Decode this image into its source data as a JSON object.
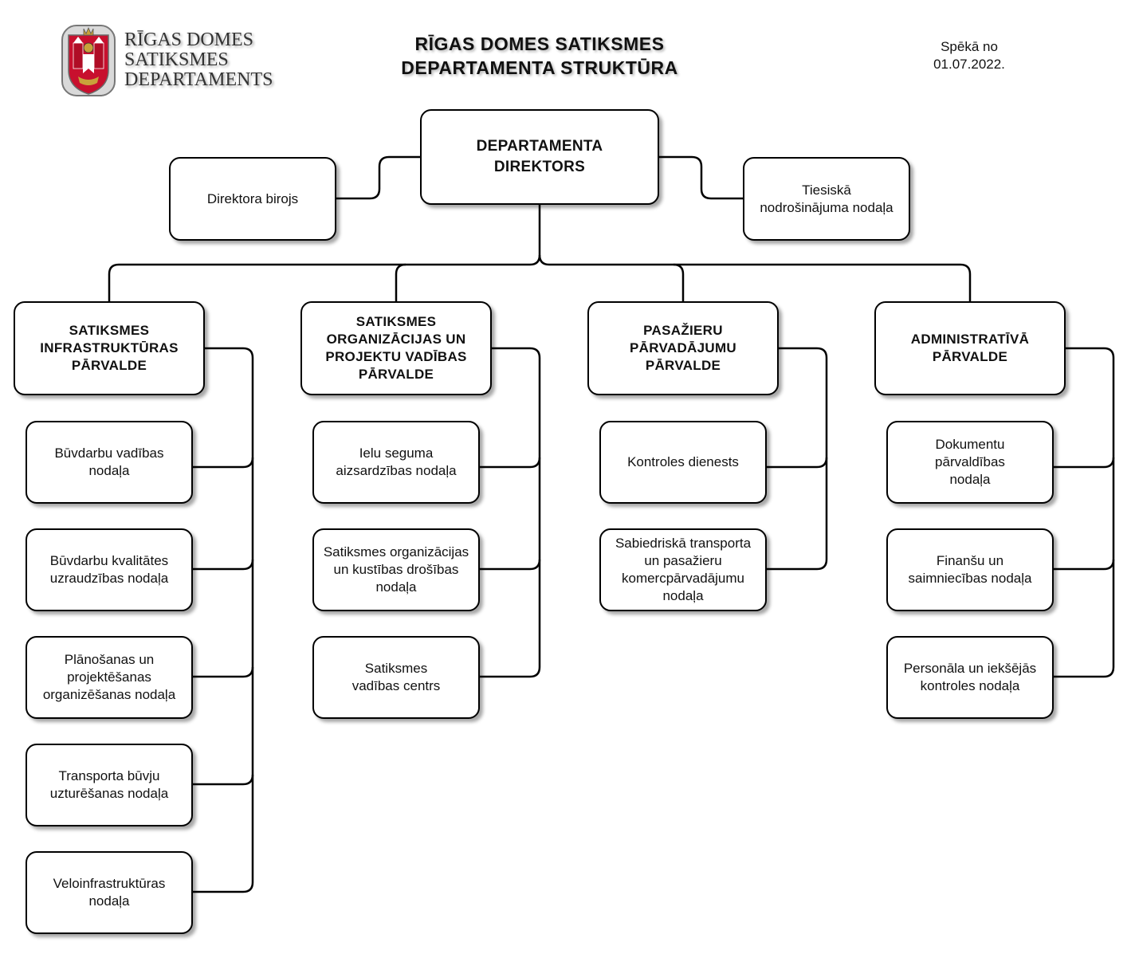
{
  "header": {
    "logo_text": "RĪGAS DOMES\nSATIKSMES\nDEPARTAMENTS",
    "title": "RĪGAS DOMES SATIKSMES\nDEPARTAMENTA STRUKTŪRA",
    "effective": "Spēkā no\n01.07.2022."
  },
  "colors": {
    "line": "#000000",
    "box_fill": "#ffffff",
    "emblem_red": "#c8102e",
    "emblem_gold": "#c9a23a"
  },
  "director": "DEPARTAMENTA\nDIREKTORS",
  "director_office": "Direktora birojs",
  "legal": "Tiesiskā\nnodrošinājuma nodaļa",
  "divisions": [
    {
      "title": "SATIKSMES\nINFRASTRUKTŪRAS\nPĀRVALDE",
      "units": [
        "Būvdarbu vadības\nnodaļa",
        "Būvdarbu kvalitātes\nuzraudzības nodaļa",
        "Plānošanas un\nprojektēšanas\norganizēšanas nodaļa",
        "Transporta būvju\nuzturēšanas nodaļa",
        "Veloinfrastruktūras\nnodaļa"
      ]
    },
    {
      "title": "SATIKSMES\nORGANIZĀCIJAS UN\nPROJEKTU VADĪBAS\nPĀRVALDE",
      "units": [
        "Ielu seguma\naizsardzības nodaļa",
        "Satiksmes organizācijas\nun kustības drošības\nnodaļa",
        "Satiksmes\nvadības centrs"
      ]
    },
    {
      "title": "PASAŽIERU\nPĀRVADĀJUMU\nPĀRVALDE",
      "units": [
        "Kontroles dienests",
        "Sabiedriskā transporta\nun pasažieru\nkomercpārvadājumu\nnodaļa"
      ]
    },
    {
      "title": "ADMINISTRATĪVĀ\nPĀRVALDE",
      "units": [
        "Dokumentu\npārvaldības\nnodaļa",
        "Finanšu un\nsaimniecības nodaļa",
        "Personāla un iekšējās\nkontroles nodaļa"
      ]
    }
  ]
}
